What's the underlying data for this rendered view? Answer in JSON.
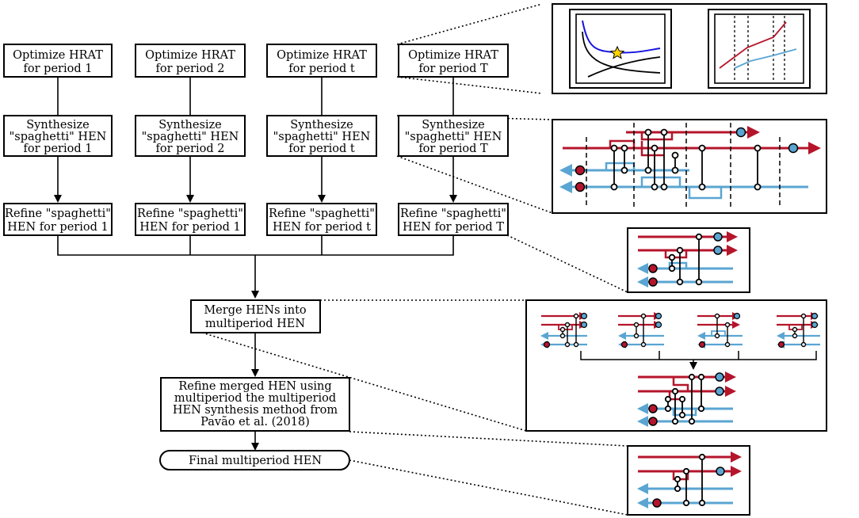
{
  "columns": [
    {
      "optimize": [
        "Optimize HRAT",
        "for period 1"
      ],
      "synthesize": [
        "Synthesize",
        "\"spaghetti\" HEN",
        "for period 1"
      ],
      "refine": [
        "Refine \"spaghetti\"",
        "HEN for period 1"
      ]
    },
    {
      "optimize": [
        "Optimize HRAT",
        "for period 2"
      ],
      "synthesize": [
        "Synthesize",
        "\"spaghetti\" HEN",
        "for period 2"
      ],
      "refine": [
        "Refine \"spaghetti\"",
        "HEN for period 1"
      ]
    },
    {
      "optimize": [
        "Optimize HRAT",
        "for period t"
      ],
      "synthesize": [
        "Synthesize",
        "\"spaghetti\" HEN",
        "for period t"
      ],
      "refine": [
        "Refine \"spaghetti\"",
        "HEN for period t"
      ]
    },
    {
      "optimize": [
        "Optimize HRAT",
        "for period T"
      ],
      "synthesize": [
        "Synthesize",
        "\"spaghetti\" HEN",
        "for period T"
      ],
      "refine": [
        "Refine \"spaghetti\"",
        "HEN for period T"
      ]
    }
  ],
  "merge": [
    "Merge HENs into",
    "multiperiod HEN"
  ],
  "refine_merged": [
    "Refine merged HEN using",
    "multiperiod the multiperiod",
    "HEN synthesis method from",
    "Pavão et al. (2018)"
  ],
  "final": "Final multiperiod HEN",
  "colors": {
    "hot_stream": "#b5152b",
    "cold_stream": "#5aa5d2",
    "hot_utility": "#b5152b",
    "cold_utility": "#5aa5d2",
    "curve_blue": "#1515e0",
    "optimum_marker": "#ffd400"
  },
  "icons": {
    "optimum_marker": "star-icon",
    "heater": "red-circle-icon",
    "cooler": "blue-circle-icon"
  }
}
